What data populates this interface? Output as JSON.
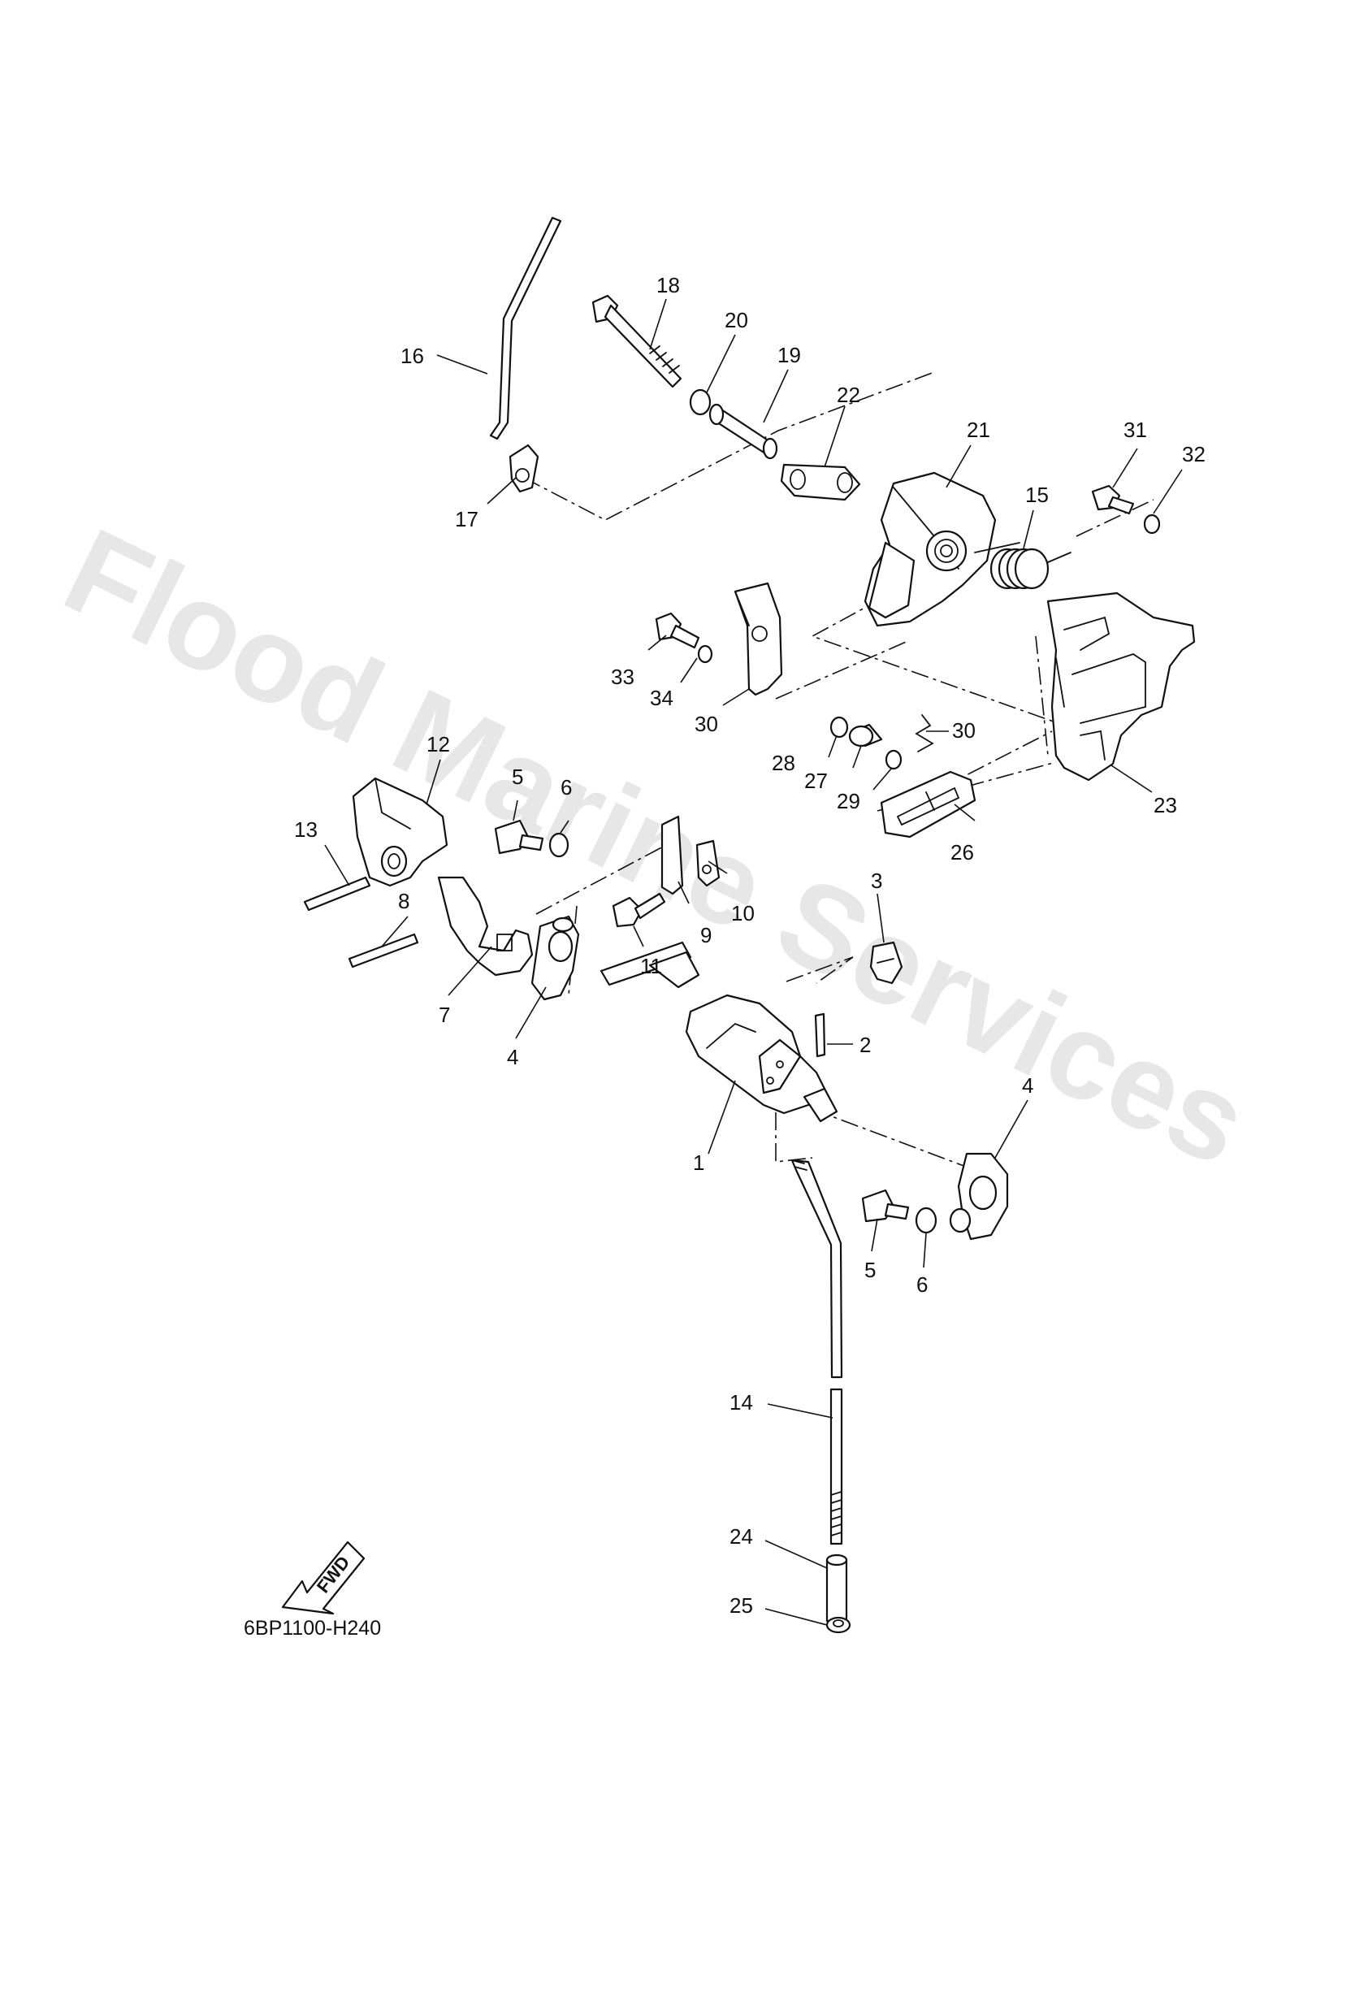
{
  "diagram": {
    "code": "6BP1100-H240",
    "fwd_label": "FWD",
    "watermark": "Flood Marine Services",
    "callouts": [
      "1",
      "2",
      "3",
      "4",
      "4",
      "5",
      "5",
      "6",
      "6",
      "7",
      "8",
      "9",
      "10",
      "11",
      "12",
      "13",
      "14",
      "15",
      "16",
      "17",
      "18",
      "19",
      "20",
      "21",
      "22",
      "23",
      "24",
      "25",
      "26",
      "27",
      "28",
      "29",
      "30",
      "30",
      "31",
      "32",
      "33",
      "34"
    ]
  }
}
